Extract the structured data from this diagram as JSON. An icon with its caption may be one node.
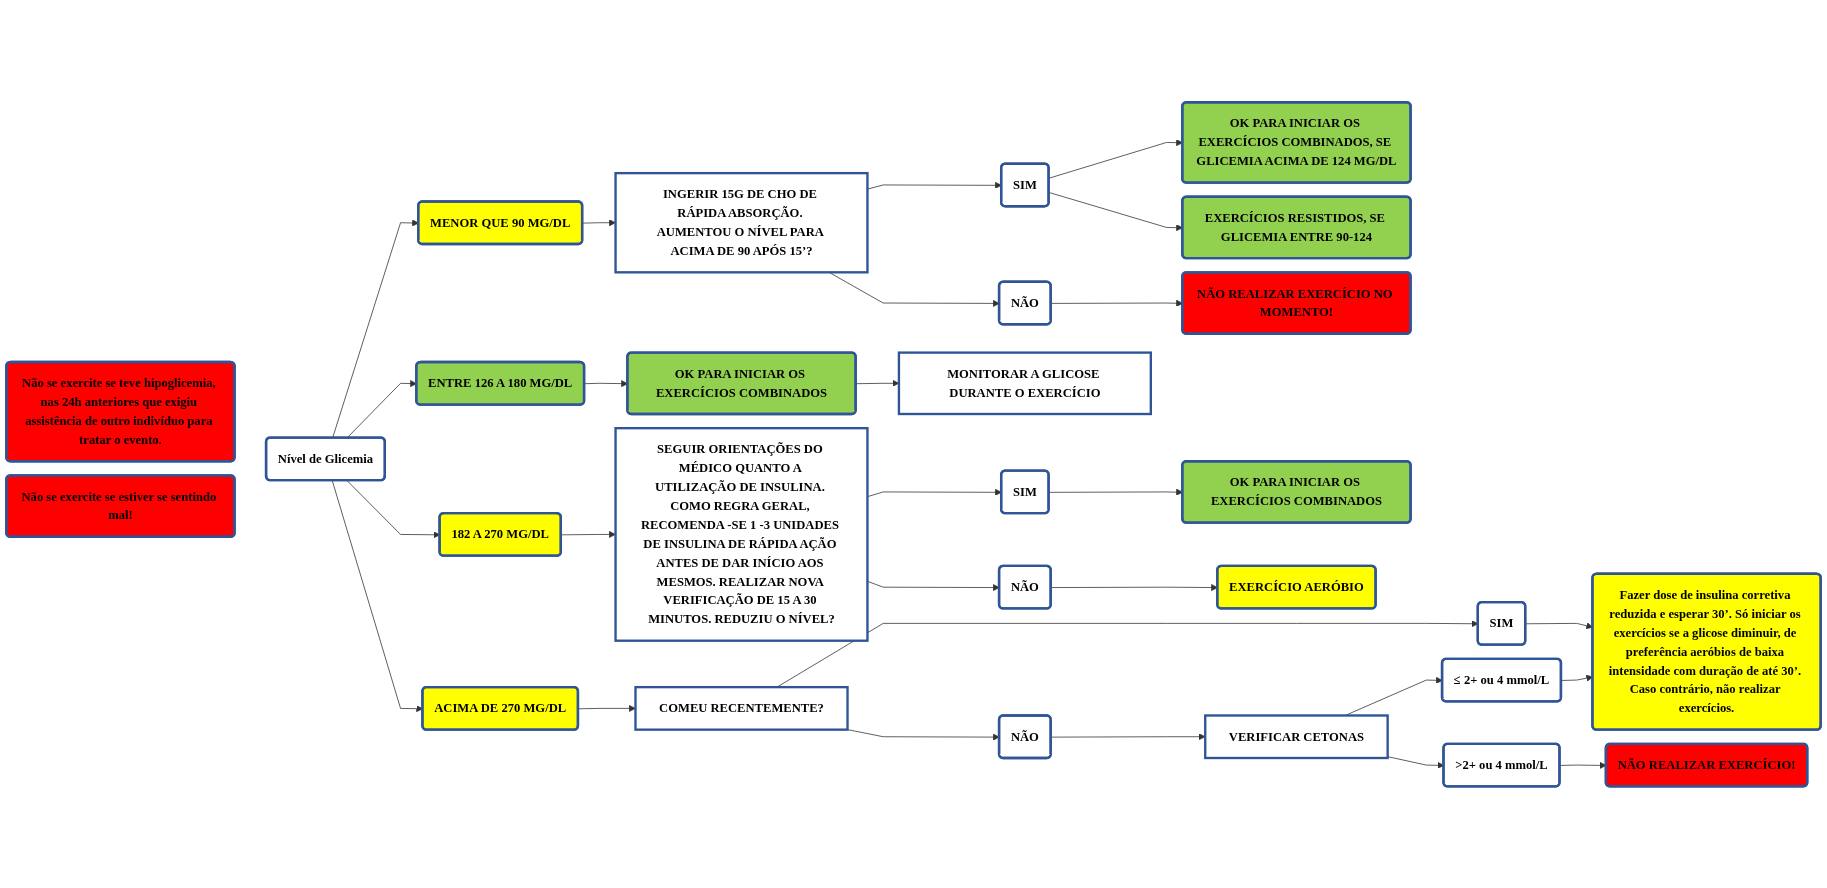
{
  "diagram": {
    "nodes": [
      {
        "text": [
          "Não se exercite se teve hipoglicemia, nas 24h anteriores que exigiu assistência de outro indivíduo para tratar o evento."
        ]
      },
      {
        "text": [
          "Nível de Glicemia"
        ]
      },
      {
        "text": [
          "MENOR QUE 90 MG/DL"
        ]
      },
      {
        "text": [
          "INGERIR 15G DE CHO DE RÁPIDA ABSORÇÃO. AUMENTOU O NÍVEL PARA ACIMA DE 90 APÓS 15’?"
        ]
      },
      {
        "text": [
          "SIM"
        ]
      },
      {
        "text": [
          "NÃO"
        ]
      },
      {
        "text": [
          "OK PARA INICIAR OS EXERCÍCIOS COMBINADOS, SE GLICEMIA ACIMA DE 124 MG/DL"
        ]
      },
      {
        "text": [
          "EXERCÍCIOS RESISTIDOS, SE GLICEMIA ENTRE 90-124"
        ]
      },
      {
        "text": [
          "NÃO REALIZAR EXERCÍCIO NO MOMENTO!"
        ]
      },
      {
        "text": [
          "ENTRE 126 A 180 MG/DL"
        ]
      },
      {
        "text": [
          "OK PARA INICIAR OS EXERCÍCIOS COMBINADOS"
        ]
      },
      {
        "text": [
          "MONITORAR A GLICOSE DURANTE O EXERCÍCIO"
        ]
      },
      {
        "text": [
          "182 A 270 MG/DL"
        ]
      },
      {
        "text": [
          "SEGUIR ORIENTAÇÕES DO MÉDICO QUANTO A UTILIZAÇÃO DE INSULINA. COMO REGRA GERAL, RECOMENDA -SE 1 -3 UNIDADES DE INSULINA DE RÁPIDA AÇÃO ANTES DE DAR INÍCIO AOS MESMOS. REALIZAR NOVA VERIFICAÇÃO DE 15 A 30 MINUTOS. REDUZIU O NÍVEL?"
        ]
      },
      {
        "text": [
          "SIM"
        ]
      },
      {
        "text": [
          "NÃO"
        ]
      },
      {
        "text": [
          "OK PARA INICIAR OS EXERCÍCIOS COMBINADOS"
        ]
      },
      {
        "text": [
          "EXERCÍCIO AERÓBIO"
        ]
      },
      {
        "text": [
          "Não se exercite se estiver se sentindo mal!"
        ]
      },
      {
        "text": [
          "ACIMA DE 270 MG/DL"
        ]
      },
      {
        "text": [
          "Fazer dose de insulina corretiva reduzida e esperar 30’. Só iniciar os exercícios se a glicose diminuir, de preferência aeróbios de baixa intensidade com duração de até 30’. Caso contrário, não realizar exercícios."
        ]
      },
      {
        "text": [
          "COMEU RECENTEMENTE?"
        ]
      },
      {
        "text": [
          "SIM"
        ]
      },
      {
        "text": [
          "NÃO"
        ]
      },
      {
        "text": [
          "VERIFICAR CETONAS"
        ]
      },
      {
        "text": [
          "≤ 2+ ou 4 mmol/L"
        ]
      },
      {
        "text": [
          ">2+ ou 4 mmol/L"
        ]
      },
      {
        "text": [
          "NÃO REALIZAR EXERCÍCIO!"
        ]
      }
    ],
    "edges": [
      {
        "from": 1,
        "to": 2,
        "arrow": "to"
      },
      {
        "from": 1,
        "to": 9,
        "arrow": "to"
      },
      {
        "from": 1,
        "to": 12,
        "arrow": "to"
      },
      {
        "from": 1,
        "to": 19,
        "arrow": "to"
      },
      {
        "from": 2,
        "to": 3,
        "arrow": "to"
      },
      {
        "from": 3,
        "to": 4,
        "arrow": "to"
      },
      {
        "from": 3,
        "to": 5,
        "arrow": "to"
      },
      {
        "from": 4,
        "to": 6,
        "arrow": "to"
      },
      {
        "from": 4,
        "to": 7,
        "arrow": "to"
      },
      {
        "from": 5,
        "to": 8,
        "arrow": "to"
      },
      {
        "from": 9,
        "to": 10,
        "arrow": "to"
      },
      {
        "from": 10,
        "to": 11,
        "arrow": "to"
      },
      {
        "from": 12,
        "to": 13,
        "arrow": "to"
      },
      {
        "from": 13,
        "to": 14,
        "arrow": "to"
      },
      {
        "from": 13,
        "to": 15,
        "arrow": "to"
      },
      {
        "from": 14,
        "to": 16,
        "arrow": "to"
      },
      {
        "from": 15,
        "to": 17,
        "arrow": "to"
      },
      {
        "from": 19,
        "to": 21,
        "arrow": "to"
      },
      {
        "from": 21,
        "to": 22,
        "arrow": "to"
      },
      {
        "from": 21,
        "to": 23,
        "arrow": "to"
      },
      {
        "from": 22,
        "to": 20,
        "arrow": "to"
      },
      {
        "from": 23,
        "to": 24,
        "arrow": "to"
      },
      {
        "from": 24,
        "to": 25,
        "arrow": "to"
      },
      {
        "from": 24,
        "to": 26,
        "arrow": "to"
      },
      {
        "from": 25,
        "to": 20,
        "arrow": "to"
      },
      {
        "from": 26,
        "to": 27,
        "arrow": "to"
      }
    ]
  }
}
